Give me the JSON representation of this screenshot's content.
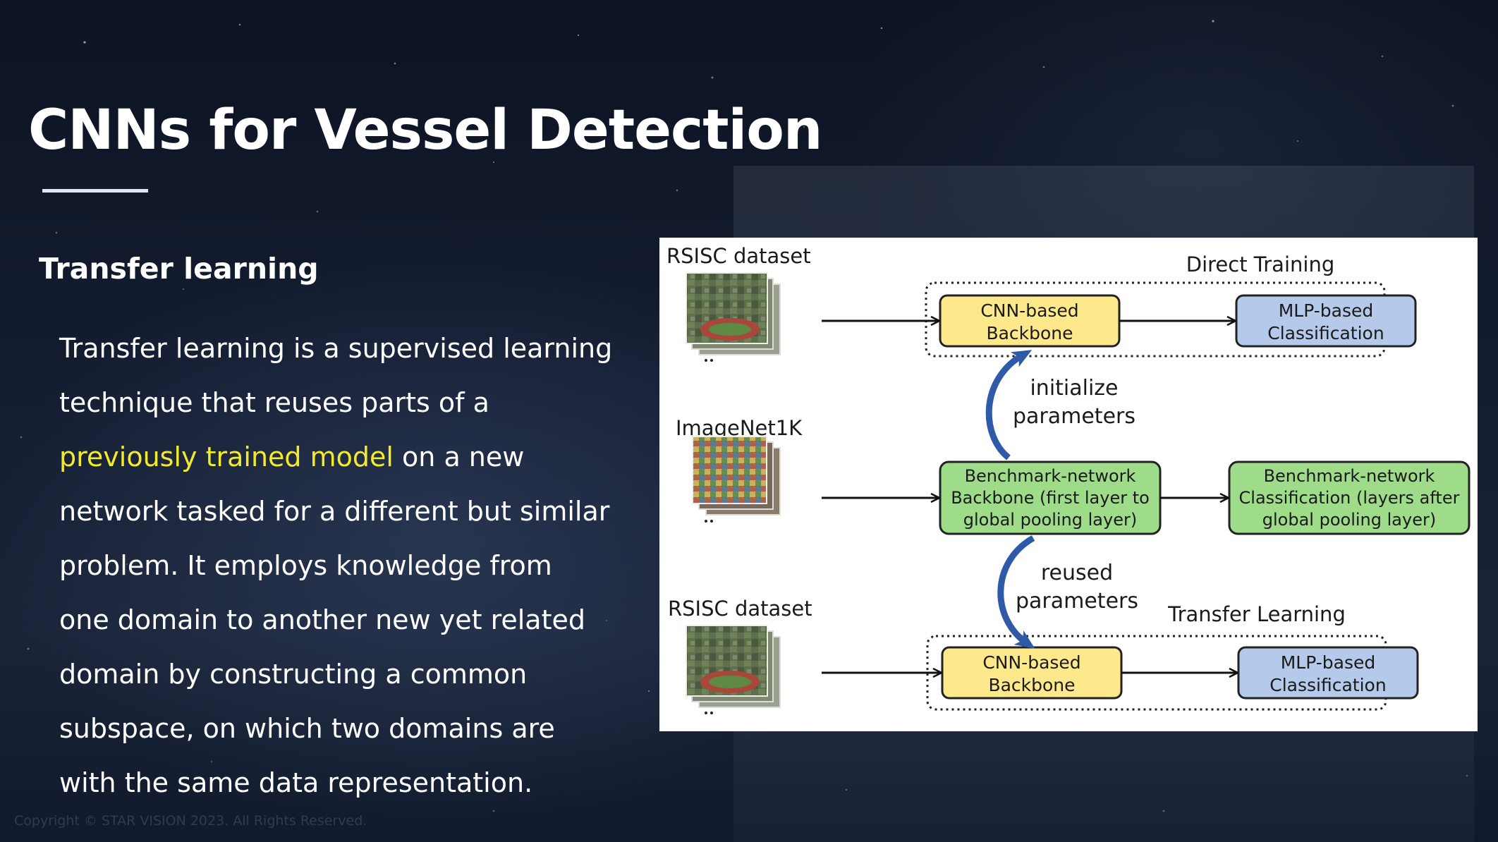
{
  "slide": {
    "title": "CNNs for Vessel Detection",
    "subheading": "Transfer learning",
    "body_lines": [
      {
        "before": "Transfer learning is a supervised learning",
        "highlight": "",
        "after": ""
      },
      {
        "before": "technique that reuses parts of a",
        "highlight": "",
        "after": ""
      },
      {
        "before": "",
        "highlight": "previously trained model",
        "after": " on a new"
      },
      {
        "before": "network tasked for a different but similar",
        "highlight": "",
        "after": ""
      },
      {
        "before": "problem. It employs knowledge from",
        "highlight": "",
        "after": ""
      },
      {
        "before": "one domain to another new yet related",
        "highlight": "",
        "after": ""
      },
      {
        "before": "domain by constructing a common",
        "highlight": "",
        "after": ""
      },
      {
        "before": "subspace, on which two domains are",
        "highlight": "",
        "after": ""
      },
      {
        "before": "with the same data representation.",
        "highlight": "",
        "after": ""
      }
    ],
    "copyright": "Copyright © STAR VISION 2023. All Rights Reserved.",
    "highlight_color": "#f2ea2e"
  },
  "figure": {
    "datasets": {
      "top": "RSISC dataset",
      "middle": "ImageNet1K",
      "bottom": "RSISC dataset"
    },
    "group_labels": {
      "direct": "Direct Training",
      "transfer": "Transfer Learning"
    },
    "boxes": {
      "cnn_top": [
        "CNN-based",
        "Backbone"
      ],
      "mlp_top": [
        "MLP-based",
        "Classification"
      ],
      "bench_backbone": [
        "Benchmark-network",
        "Backbone (first layer to",
        "global pooling layer)"
      ],
      "bench_class": [
        "Benchmark-network",
        "Classification (layers after",
        "global pooling layer)"
      ],
      "cnn_bottom": [
        "CNN-based",
        "Backbone"
      ],
      "mlp_bottom": [
        "MLP-based",
        "Classification"
      ]
    },
    "arrow_labels": {
      "initialize": [
        "initialize",
        "parameters"
      ],
      "reused": [
        "reused",
        "parameters"
      ]
    },
    "colors": {
      "cnn_box": "#fde98c",
      "mlp_box": "#b5c9ea",
      "bench_box": "#9fdc8a",
      "curved_arrow": "#2f5aa8"
    }
  }
}
